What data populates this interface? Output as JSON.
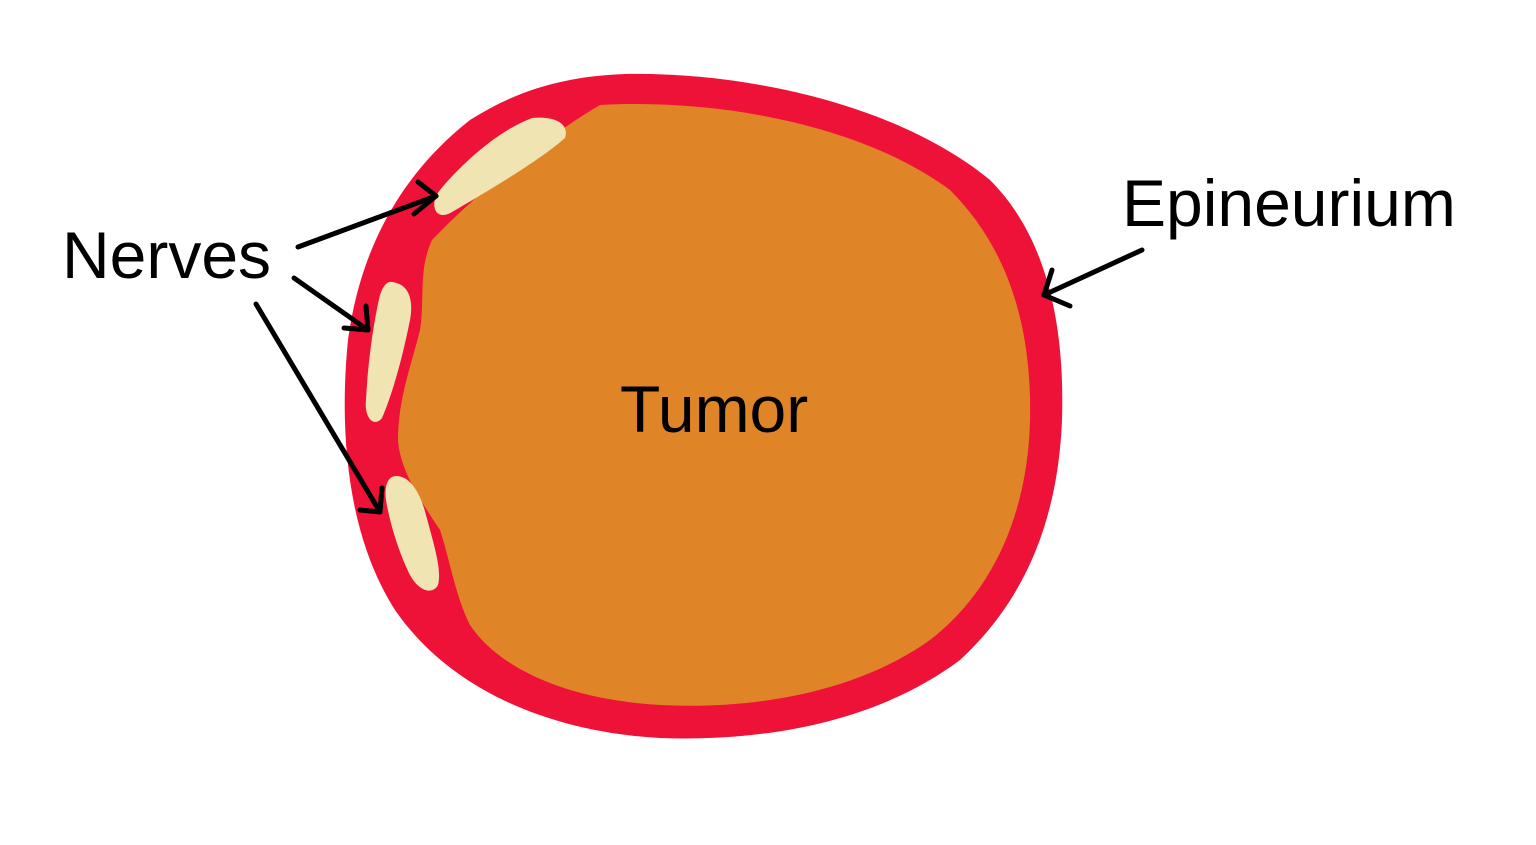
{
  "labels": {
    "nerves": "Nerves",
    "epineurium": "Epineurium",
    "tumor": "Tumor"
  },
  "colors": {
    "background": "#ffffff",
    "epineurium": "#ee1238",
    "tumor": "#e08428",
    "nerve": "#f1e4b3",
    "arrow": "#000000",
    "text": "#000000"
  }
}
